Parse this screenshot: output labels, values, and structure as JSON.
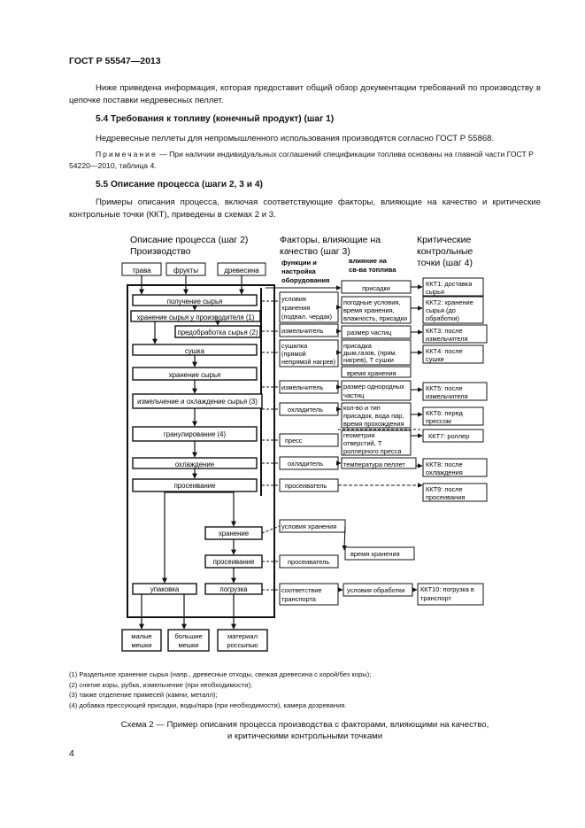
{
  "header": "ГОСТ Р 55547—2013",
  "intro": "Ниже приведена информация, которая предоставит общий обзор документации требований по производству в цепочке поставки недревесных пеллет.",
  "s54": {
    "title": "5.4 Требования к топливу (конечный продукт) (шаг 1)",
    "text": "Недревесные пеллеты для непромышленного использования производятся согласно ГОСТ Р 55868.",
    "note_label": "Примечание",
    "note_text": " — При наличии индивидуальных соглашений спецификации топлива основаны на главной части ГОСТ Р 54220—2010, таблица 4."
  },
  "s55": {
    "title": "5.5 Описание процесса (шаги 2, 3 и 4)",
    "text": "Примеры описания процесса, включая соответствующие факторы, влияющие на качество и критические контрольные точки (ККТ), приведены в схемах 2 и 3."
  },
  "diagram": {
    "col1": [
      "Описание процесса (шаг 2)",
      "Производство"
    ],
    "col2": [
      "Факторы, влияющие на",
      "качество (шаг 3)"
    ],
    "col3": [
      "Критические",
      "контрольные",
      "точки (шаг 4)"
    ],
    "sub_func": [
      "функции и",
      "настройка",
      "оборудования"
    ],
    "sub_infl": [
      "влияние на",
      "св-ва топлива"
    ],
    "inputs": [
      "трава",
      "фрукты",
      "древесина"
    ],
    "proc": {
      "receive": "получение сырья",
      "store_prod": "хранение сырья у производителя (1)",
      "pretreat": "предобработка сырья (2)",
      "dry": "сушка",
      "store": "хранение сырья",
      "grind": "измельчение и охлаждение сырья (3)",
      "pellet": "гранулирование (4)",
      "cool": "охлаждение",
      "sieve": "просеивание",
      "storage2": "хранение",
      "sieve2": "просеивание",
      "pack": "упаковка",
      "load": "погрузка"
    },
    "outputs": [
      [
        "малые",
        "мешки"
      ],
      [
        "большие",
        "мешки"
      ],
      [
        "материал",
        "россыпью"
      ]
    ],
    "func": {
      "f1": [
        "условия",
        "хранения",
        "(подвал, чердак)"
      ],
      "f2": "измельчитель",
      "f3": [
        "сушилка",
        "(прямой",
        "непрямой нагрев)"
      ],
      "f4": "измельчитель",
      "f5": "охладитель",
      "f6": "пресс",
      "f7": "охладитель",
      "f8": "просеиватель",
      "f9": "условия хранения",
      "f10": "просеиватель",
      "f11": [
        "соответствие",
        "транспорта"
      ]
    },
    "infl": {
      "i0": "присадки",
      "i1": [
        "погодные условия,",
        "время хранения,",
        "влажность, присадки"
      ],
      "i2": "размер частиц",
      "i3": [
        "присадка",
        "дым,газов, (прям.",
        "нагрев), Т сушки"
      ],
      "i4": "время хранения",
      "i5": [
        "размер однородных",
        "частиц"
      ],
      "i6": [
        "кол-во и тип",
        "присадок, вода пар,",
        "время прохождения"
      ],
      "i7": [
        "геометрия",
        "отверстий, Т",
        "роллерного пресса"
      ],
      "i8": "температура пеллет",
      "i9": "время хранения",
      "i10": "условия обработки"
    },
    "kkt": {
      "k1": [
        "ККТ1: доставка",
        "сырья"
      ],
      "k2": [
        "ККТ2: хранение",
        "сырья (до",
        "обработки)"
      ],
      "k3": [
        "ККТ3: после",
        "измельчителя"
      ],
      "k4": [
        "ККТ4: после",
        "сушки"
      ],
      "k5": [
        "ККТ5: после",
        "измельчителя"
      ],
      "k6": [
        "ККТ6: перед",
        "прессом"
      ],
      "k7": "ККТ7: роллер",
      "k8": [
        "ККТ8: после",
        "охлаждения"
      ],
      "k9": [
        "ККТ9: после",
        "просеивания"
      ],
      "k10": [
        "ККТ10: погрузка в",
        "транспорт"
      ]
    }
  },
  "footnotes": [
    "(1) Раздельное хранение сырья (напр., древесные отходы, свежая древесина с корой/без коры);",
    "(2) снятие коры, рубка, измельчение (при необходимости);",
    "(3) также отделение примесей (камни, металл);",
    "(4) добавка прессующей присадки, воды/пара (при необходимости), камера дозревания."
  ],
  "caption": [
    "Схема 2 — Пример описания процесса производства с факторами, влияющими на качество,",
    "и критическими контрольными точками"
  ],
  "page_number": "4"
}
